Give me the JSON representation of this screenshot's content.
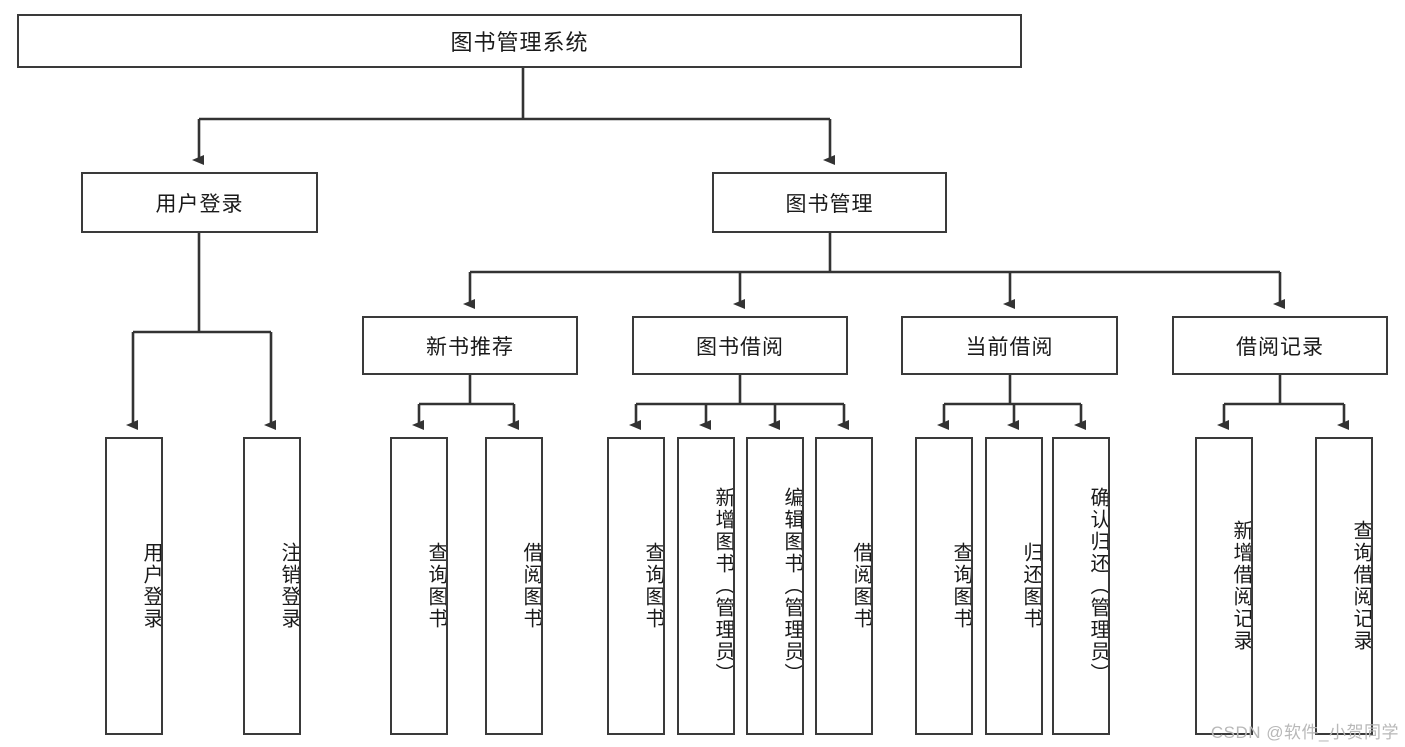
{
  "diagram": {
    "type": "hierarchy-tree",
    "title": "图书管理系统",
    "watermark": "CSDN @软件_小贺同学",
    "colors": {
      "background": "#ffffff",
      "node_border": "#3a3a3a",
      "node_fill": "#ffffff",
      "text": "#1a1a1a",
      "connector": "#333333",
      "watermark": "#b8b8b8"
    },
    "root": {
      "label": "图书管理系统"
    },
    "level1": [
      {
        "id": "user-login",
        "label": "用户登录"
      },
      {
        "id": "book-management",
        "label": "图书管理"
      }
    ],
    "level2": [
      {
        "id": "new-book-recommend",
        "label": "新书推荐",
        "parent": "book-management"
      },
      {
        "id": "book-borrow",
        "label": "图书借阅",
        "parent": "book-management"
      },
      {
        "id": "current-borrow",
        "label": "当前借阅",
        "parent": "book-management"
      },
      {
        "id": "borrow-record",
        "label": "借阅记录",
        "parent": "book-management"
      }
    ],
    "leaves": {
      "user_login": [
        {
          "id": "leaf-user-login",
          "label": "用户登录"
        },
        {
          "id": "leaf-logout-login",
          "label": "注销登录"
        }
      ],
      "new_book_recommend": [
        {
          "id": "leaf-query-book-1",
          "label": "查询图书"
        },
        {
          "id": "leaf-borrow-book-1",
          "label": "借阅图书"
        }
      ],
      "book_borrow": [
        {
          "id": "leaf-query-book-2",
          "label": "查询图书"
        },
        {
          "id": "leaf-add-book-admin",
          "label": "新增图书（管理员）"
        },
        {
          "id": "leaf-edit-book-admin",
          "label": "编辑图书（管理员）"
        },
        {
          "id": "leaf-borrow-book-2",
          "label": "借阅图书"
        }
      ],
      "current_borrow": [
        {
          "id": "leaf-query-book-3",
          "label": "查询图书"
        },
        {
          "id": "leaf-return-book",
          "label": "归还图书"
        },
        {
          "id": "leaf-confirm-return-admin",
          "label": "确认归还（管理员）"
        }
      ],
      "borrow_record": [
        {
          "id": "leaf-add-borrow-record",
          "label": "新增借阅记录"
        },
        {
          "id": "leaf-query-borrow-record",
          "label": "查询借阅记录"
        }
      ]
    }
  }
}
